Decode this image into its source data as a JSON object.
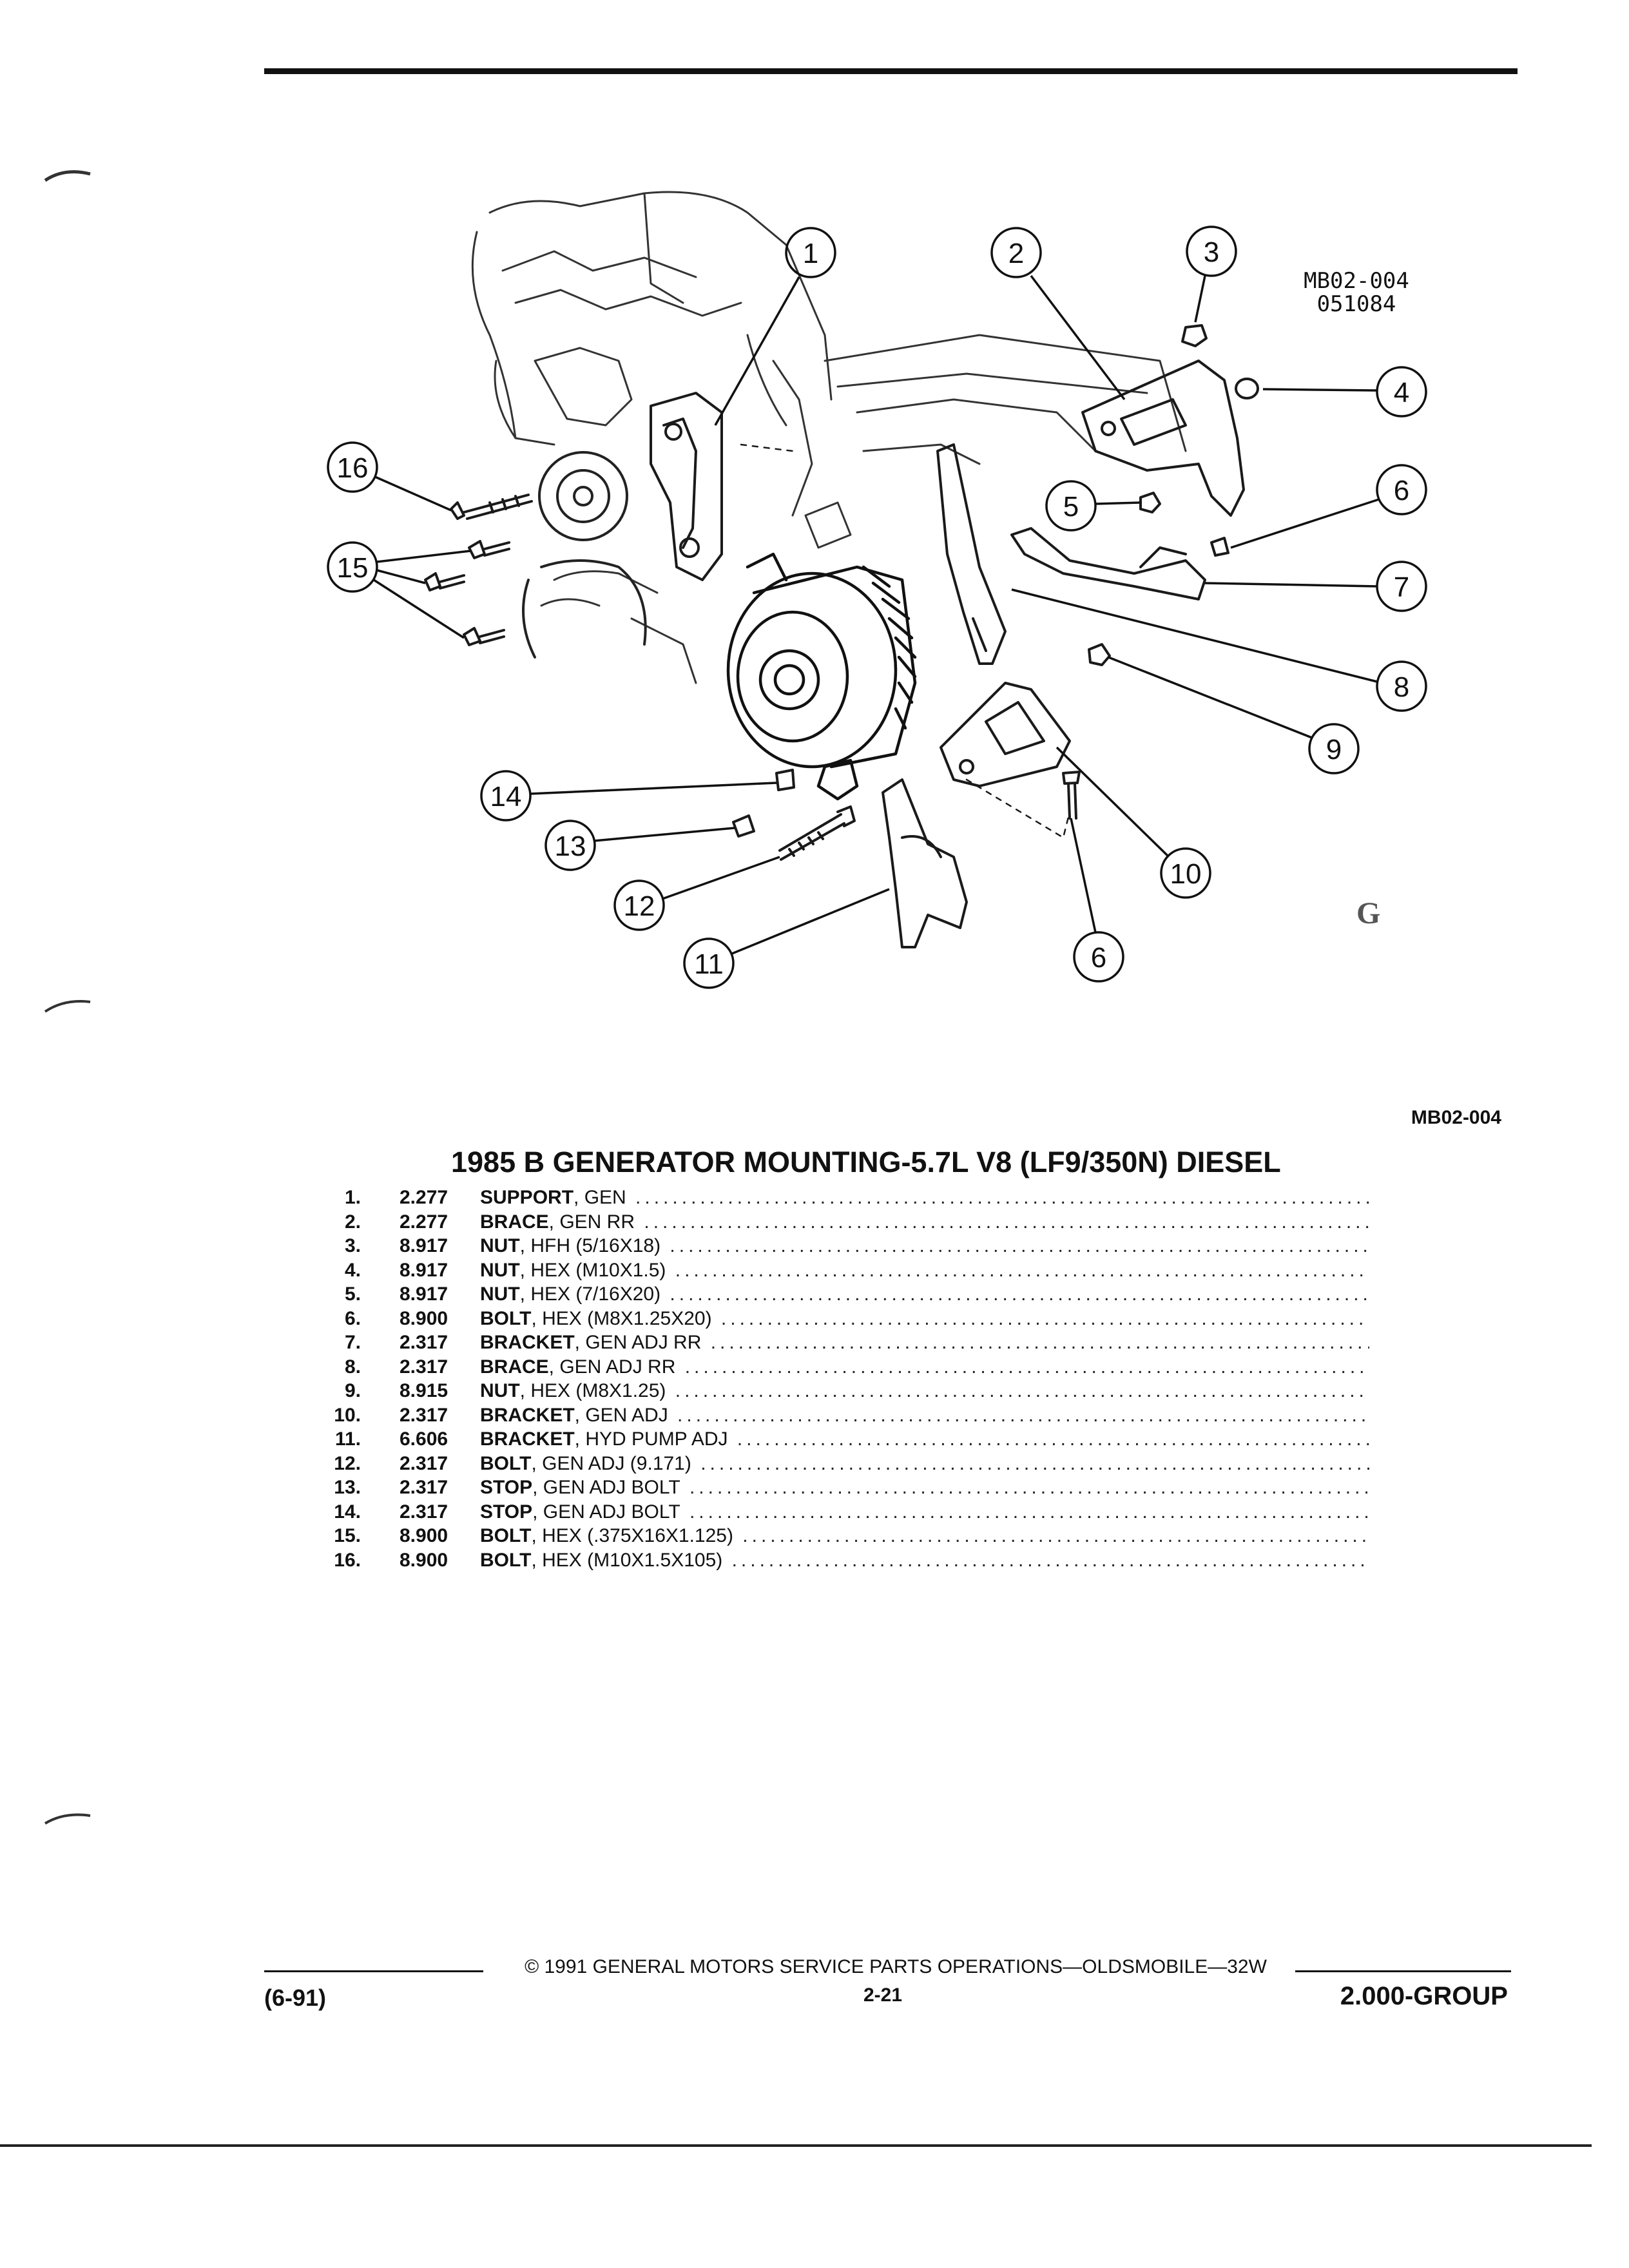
{
  "diagram": {
    "code_line1": "MB02-004",
    "code_line2": "051084",
    "callouts": [
      "1",
      "2",
      "3",
      "4",
      "5",
      "6",
      "7",
      "8",
      "9",
      "10",
      "11",
      "12",
      "13",
      "14",
      "15",
      "16",
      "6"
    ],
    "mark": "G"
  },
  "ref_code": "MB02-004",
  "title": "1985 B GENERATOR MOUNTING-5.7L V8 (LF9/350N) DIESEL",
  "parts": [
    {
      "num": "1.",
      "code": "2.277",
      "name": "SUPPORT",
      "detail": ", GEN"
    },
    {
      "num": "2.",
      "code": "2.277",
      "name": "BRACE",
      "detail": ", GEN RR"
    },
    {
      "num": "3.",
      "code": "8.917",
      "name": "NUT",
      "detail": ", HFH (5/16X18)"
    },
    {
      "num": "4.",
      "code": "8.917",
      "name": "NUT",
      "detail": ", HEX (M10X1.5)"
    },
    {
      "num": "5.",
      "code": "8.917",
      "name": "NUT",
      "detail": ", HEX (7/16X20)"
    },
    {
      "num": "6.",
      "code": "8.900",
      "name": "BOLT",
      "detail": ", HEX (M8X1.25X20)"
    },
    {
      "num": "7.",
      "code": "2.317",
      "name": "BRACKET",
      "detail": ", GEN ADJ RR"
    },
    {
      "num": "8.",
      "code": "2.317",
      "name": "BRACE",
      "detail": ", GEN ADJ RR"
    },
    {
      "num": "9.",
      "code": "8.915",
      "name": "NUT",
      "detail": ", HEX (M8X1.25)"
    },
    {
      "num": "10.",
      "code": "2.317",
      "name": "BRACKET",
      "detail": ", GEN ADJ"
    },
    {
      "num": "11.",
      "code": "6.606",
      "name": "BRACKET",
      "detail": ", HYD PUMP ADJ"
    },
    {
      "num": "12.",
      "code": "2.317",
      "name": "BOLT",
      "detail": ", GEN ADJ (9.171)"
    },
    {
      "num": "13.",
      "code": "2.317",
      "name": "STOP",
      "detail": ", GEN ADJ BOLT"
    },
    {
      "num": "14.",
      "code": "2.317",
      "name": "STOP",
      "detail": ", GEN ADJ BOLT"
    },
    {
      "num": "15.",
      "code": "8.900",
      "name": "BOLT",
      "detail": ", HEX (.375X16X1.125)"
    },
    {
      "num": "16.",
      "code": "8.900",
      "name": "BOLT",
      "detail": ", HEX (M10X1.5X105)"
    }
  ],
  "footer": {
    "date": "(6-91)",
    "copyright": "© 1991 GENERAL MOTORS SERVICE PARTS OPERATIONS—OLDSMOBILE—32W",
    "page": "2-21",
    "group": "2.000-GROUP"
  }
}
